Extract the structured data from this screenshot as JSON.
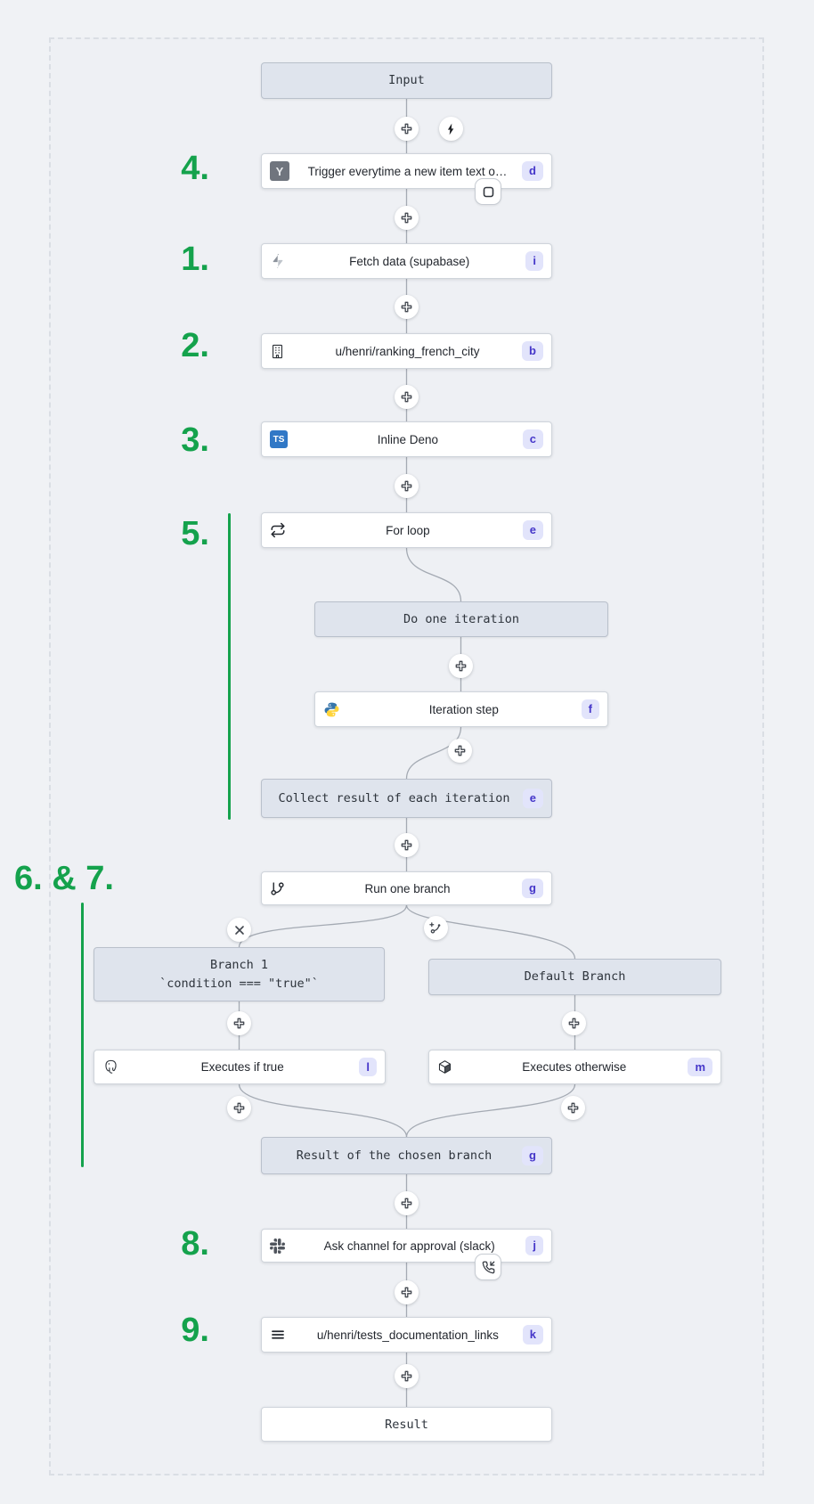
{
  "colors": {
    "accent_green": "#14a24c",
    "badge_bg": "#e2e4fb",
    "badge_text": "#4536c9",
    "virtual_node_bg": "#dfe4ed",
    "typescript_blue": "#3178c6",
    "edge_gray": "#a4aab3"
  },
  "annotations": {
    "a4": "4.",
    "a1": "1.",
    "a2": "2.",
    "a3": "3.",
    "a5": "5.",
    "a67": "6. & 7.",
    "a8": "8.",
    "a9": "9."
  },
  "nodes": {
    "input": {
      "label": "Input"
    },
    "trigger": {
      "label": "Trigger everytime a new item text o…",
      "badge": "d",
      "icon": "y-square",
      "icon_text": "Y"
    },
    "fetch": {
      "label": "Fetch data (supabase)",
      "badge": "i",
      "icon": "supabase-bolt"
    },
    "ranking": {
      "label": "u/henri/ranking_french_city",
      "badge": "b",
      "icon": "building"
    },
    "inline_deno": {
      "label": "Inline Deno",
      "badge": "c",
      "icon": "typescript",
      "icon_text": "TS"
    },
    "for_loop": {
      "label": "For loop",
      "badge": "e",
      "icon": "repeat-arrows"
    },
    "do_one_iteration": {
      "label": "Do one iteration"
    },
    "iteration_step": {
      "label": "Iteration step",
      "badge": "f",
      "icon": "python"
    },
    "collect_result": {
      "label": "Collect result of each iteration",
      "badge": "e"
    },
    "run_one_branch": {
      "label": "Run one branch",
      "badge": "g",
      "icon": "git-branch"
    },
    "branch_1": {
      "title": "Branch 1",
      "condition": "`condition === \"true\"`"
    },
    "default_branch": {
      "label": "Default Branch"
    },
    "executes_if_true": {
      "label": "Executes if true",
      "badge": "l",
      "icon": "postgresql"
    },
    "executes_otherwise": {
      "label": "Executes otherwise",
      "badge": "m",
      "icon": "cube"
    },
    "result_of_branch": {
      "label": "Result of the chosen branch",
      "badge": "g"
    },
    "ask_approval": {
      "label": "Ask channel for approval (slack)",
      "badge": "j",
      "icon": "slack"
    },
    "tests_documentation": {
      "label": "u/henri/tests_documentation_links",
      "badge": "k",
      "icon": "menu-lines"
    },
    "result": {
      "label": "Result"
    }
  }
}
